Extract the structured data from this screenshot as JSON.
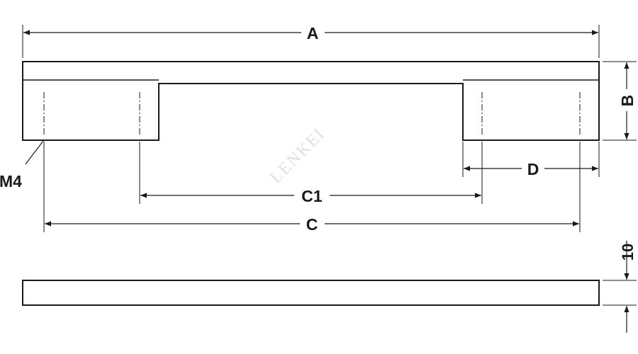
{
  "dimensions": {
    "a": "A",
    "b": "B",
    "c": "C",
    "c1": "C1",
    "d": "D",
    "thread": "M4",
    "thickness": "10"
  },
  "watermark": "LENKEI",
  "colors": {
    "line": "#1a1a1a",
    "watermark": "#c8c8c8",
    "background": "#ffffff"
  }
}
